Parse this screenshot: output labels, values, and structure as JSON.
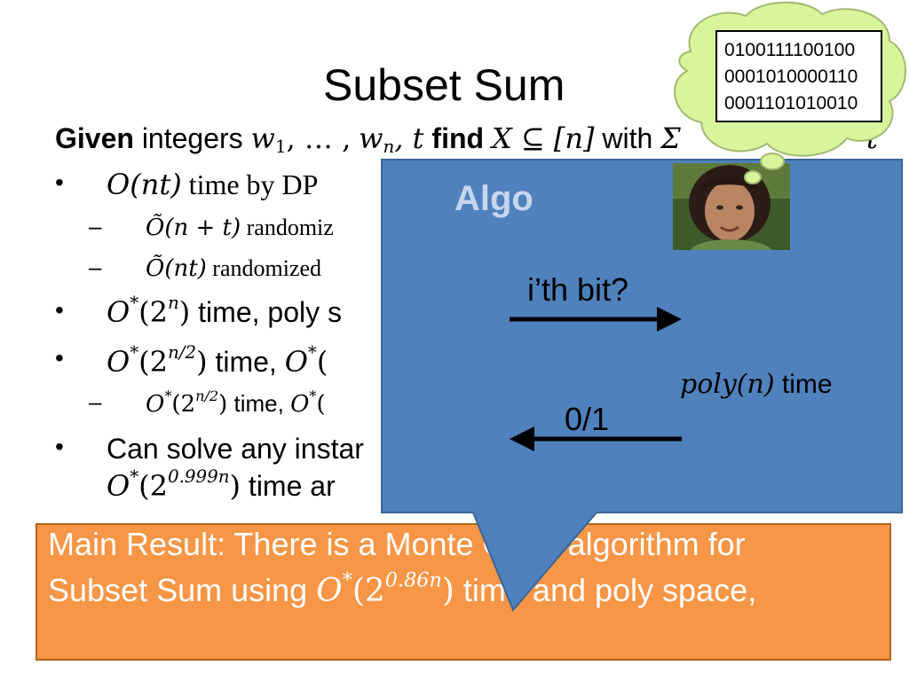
{
  "title": "Subset Sum",
  "given_line": {
    "given": "Given",
    "integers": "integers",
    "vars": "w",
    "sub1": "1",
    "dots": ", … ,",
    "w2": "w",
    "subn": "n",
    "comma_t": ", t",
    "find": "find",
    "set": "X ⊆ [n]",
    "with": "with",
    "rest": "Σ ",
    "tail": "t"
  },
  "bullets": {
    "b1": {
      "math": "O(nt)",
      "text": " time by DP"
    },
    "s1": {
      "math": "Õ(n + t)",
      "text": " randomiz"
    },
    "s2": {
      "math": "Õ(nt)",
      "text": " randomized"
    },
    "b2": {
      "math_a": "O",
      "sup_a": "*",
      "math_b": "(2",
      "sup_b": "n",
      "math_c": ")",
      "text": " time, poly s"
    },
    "b3": {
      "math_a": "O",
      "sup_a": "*",
      "math_b": "(2",
      "sup_b": "n/2",
      "math_c": ")",
      "text": " time, ",
      "math_d": "O",
      "sup_d": "*",
      "math_e": "("
    },
    "s3": {
      "math_a": "O",
      "sup_a": "*",
      "math_b": "(2",
      "sup_b": "n/2",
      "math_c": ")",
      "text": " time, ",
      "math_d": "O",
      "sup_d": "*",
      "math_e": "("
    },
    "b4_line1": "Can solve any instar",
    "b4_line2": {
      "math_a": "O",
      "sup_a": "*",
      "math_b": "(2",
      "sup_b": "0.999n",
      "math_c": ")",
      "text": " time ar"
    }
  },
  "bullet_symbol": "•",
  "dash_symbol": "–",
  "thought_bits": [
    "0100111100100",
    "0001010000110",
    "0001101010010"
  ],
  "algo": {
    "label": "Algo",
    "query": "i’th bit?",
    "answer": "0/1",
    "time_math": "poly(n)",
    "time_text": " time"
  },
  "result": {
    "line1": "Main Result: There is a Monte Carlo algorithm for",
    "line2_pre": "Subset Sum using ",
    "line2_math_a": "O",
    "line2_sup_a": "*",
    "line2_math_b": "(2",
    "line2_sup_b": "0.86n",
    "line2_math_c": ")",
    "line2_post": " time and poly space,"
  },
  "colors": {
    "panel_blue": "#4f81bd",
    "panel_border": "#3a6595",
    "result_orange": "#f79646",
    "cloud_green": "#d9f59c",
    "algo_label": "#c6d6ee"
  }
}
